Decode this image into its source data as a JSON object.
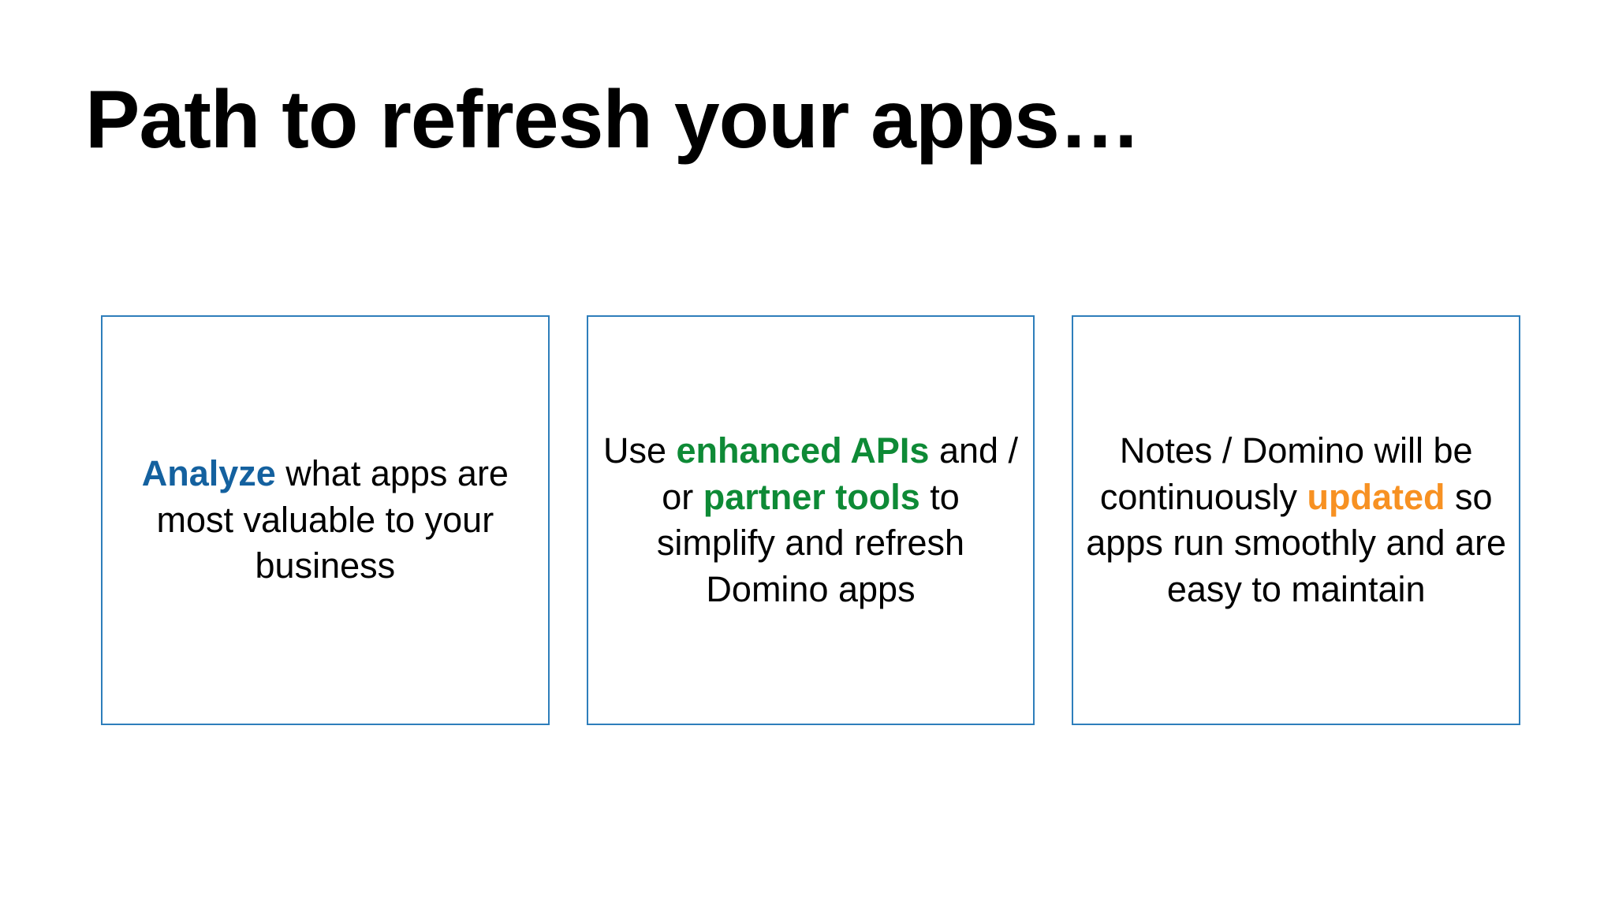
{
  "slide": {
    "title": "Path to refresh your apps…",
    "background_color": "#FFFFFF",
    "card_border_color": "#2E7EBB",
    "accent_colors": {
      "blue": "#14619F",
      "green": "#0E8A36",
      "orange": "#F79122",
      "body_text": "#000000",
      "title_text": "#000000"
    },
    "cards": [
      {
        "id": "analyze",
        "highlight": "Analyze",
        "highlight_color": "#14619F",
        "text_before": "",
        "text_after": " what apps are most valuable to your business",
        "full_text": "Analyze what apps are most valuable to your business"
      },
      {
        "id": "enhanced-apis",
        "highlight": "enhanced APIs",
        "highlight_2": "partner tools",
        "highlight_color": "#0E8A36",
        "text_before": "Use ",
        "text_middle": " and / or ",
        "text_after": " to simplify and refresh Domino apps",
        "full_text": "Use enhanced APIs and / or partner tools to simplify and refresh Domino apps"
      },
      {
        "id": "updated",
        "highlight": "updated",
        "highlight_color": "#F79122",
        "text_before": "Notes / Domino will be continuously ",
        "text_after": " so apps run smoothly and are easy to maintain",
        "full_text": "Notes / Domino will be continuously updated so apps run smoothly and are easy to maintain"
      }
    ]
  }
}
